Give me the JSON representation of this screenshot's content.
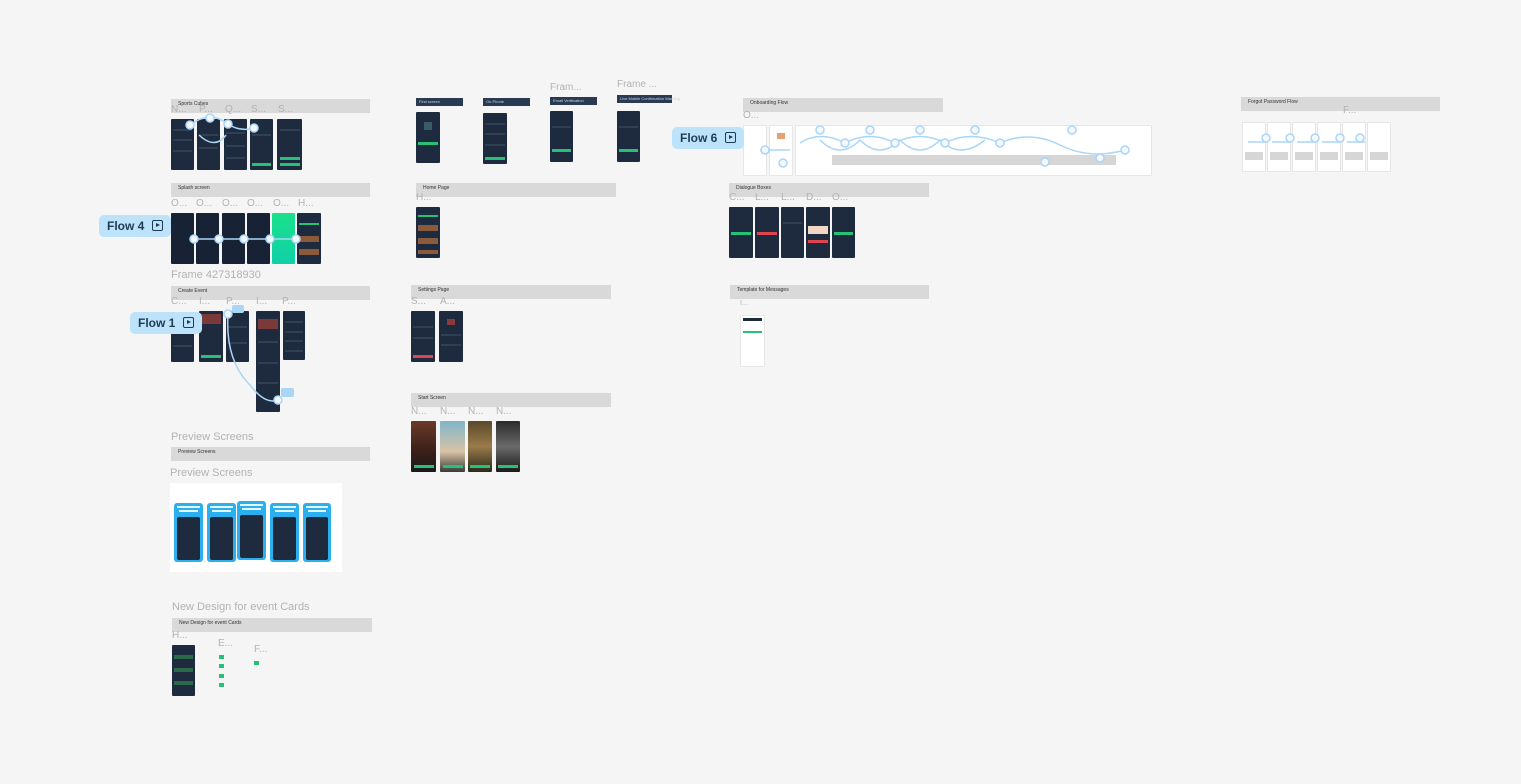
{
  "sections": {
    "sports_cubes": "Sports Cubes",
    "splash_screen": "Splash screen",
    "create_event": "Create Event",
    "preview_screens": "Preview Screens",
    "new_design_event_cards": "New Design for event Cards",
    "first_screen": "First screen",
    "on_phone": "On Phone",
    "home_page": "Home Page",
    "settings_page": "Settings Page",
    "start_screen": "Start Screen",
    "onboarding_flow": "Onboarding Flow",
    "dialogue_boxes": "Dialogue Boxes",
    "template_messages": "Template for Messages",
    "forgot_password_flow": "Forgot Password Flow",
    "verification": "Email Verification",
    "confirmation": "Live Mobile Confirmation Warning"
  },
  "frame_labels": {
    "sports_n": "N...",
    "sports_p": "P...",
    "sports_q": "Q...",
    "sports_s1": "S...",
    "sports_s2": "S...",
    "splash_o1": "O...",
    "splash_o2": "O...",
    "splash_o3": "O...",
    "splash_o4": "O...",
    "splash_o5": "O...",
    "splash_h": "H...",
    "frame_427318930": "Frame 427318930",
    "create_c": "C...",
    "create_i1": "I...",
    "create_p1": "P...",
    "create_i2": "I...",
    "create_p2": "P...",
    "preview_screens_title": "Preview Screens",
    "preview_screens_title2": "Preview Screens",
    "new_design_title": "New Design for event Cards",
    "nd_h": "H...",
    "nd_e": "E...",
    "nd_f": "F...",
    "frame_top1": "Fram...",
    "frame_top2": "Frame ...",
    "home_h": "H...",
    "settings_s": "S...",
    "settings_a": "A...",
    "start_n1": "N...",
    "start_n2": "N...",
    "start_n3": "N...",
    "start_n4": "N...",
    "onb_o": "O...",
    "dlg_c": "C...",
    "dlg_l1": "L...",
    "dlg_l2": "L...",
    "dlg_d": "D...",
    "dlg_o": "O...",
    "tpl_i": "I...",
    "fp_f": "F..."
  },
  "flows": {
    "flow4": "Flow 4",
    "flow1": "Flow 1",
    "flow6": "Flow 6"
  },
  "colors": {
    "canvas": "#f5f5f5",
    "section_bar": "#d9d9d9",
    "flow_tag": "#bde3fb",
    "connector": "#a9d6f7",
    "app_dark": "#1e2a3e",
    "accent_green": "#27c077",
    "preview_blue": "#2ab0ee"
  },
  "icons": {
    "flow_start": "play-frame-icon"
  }
}
